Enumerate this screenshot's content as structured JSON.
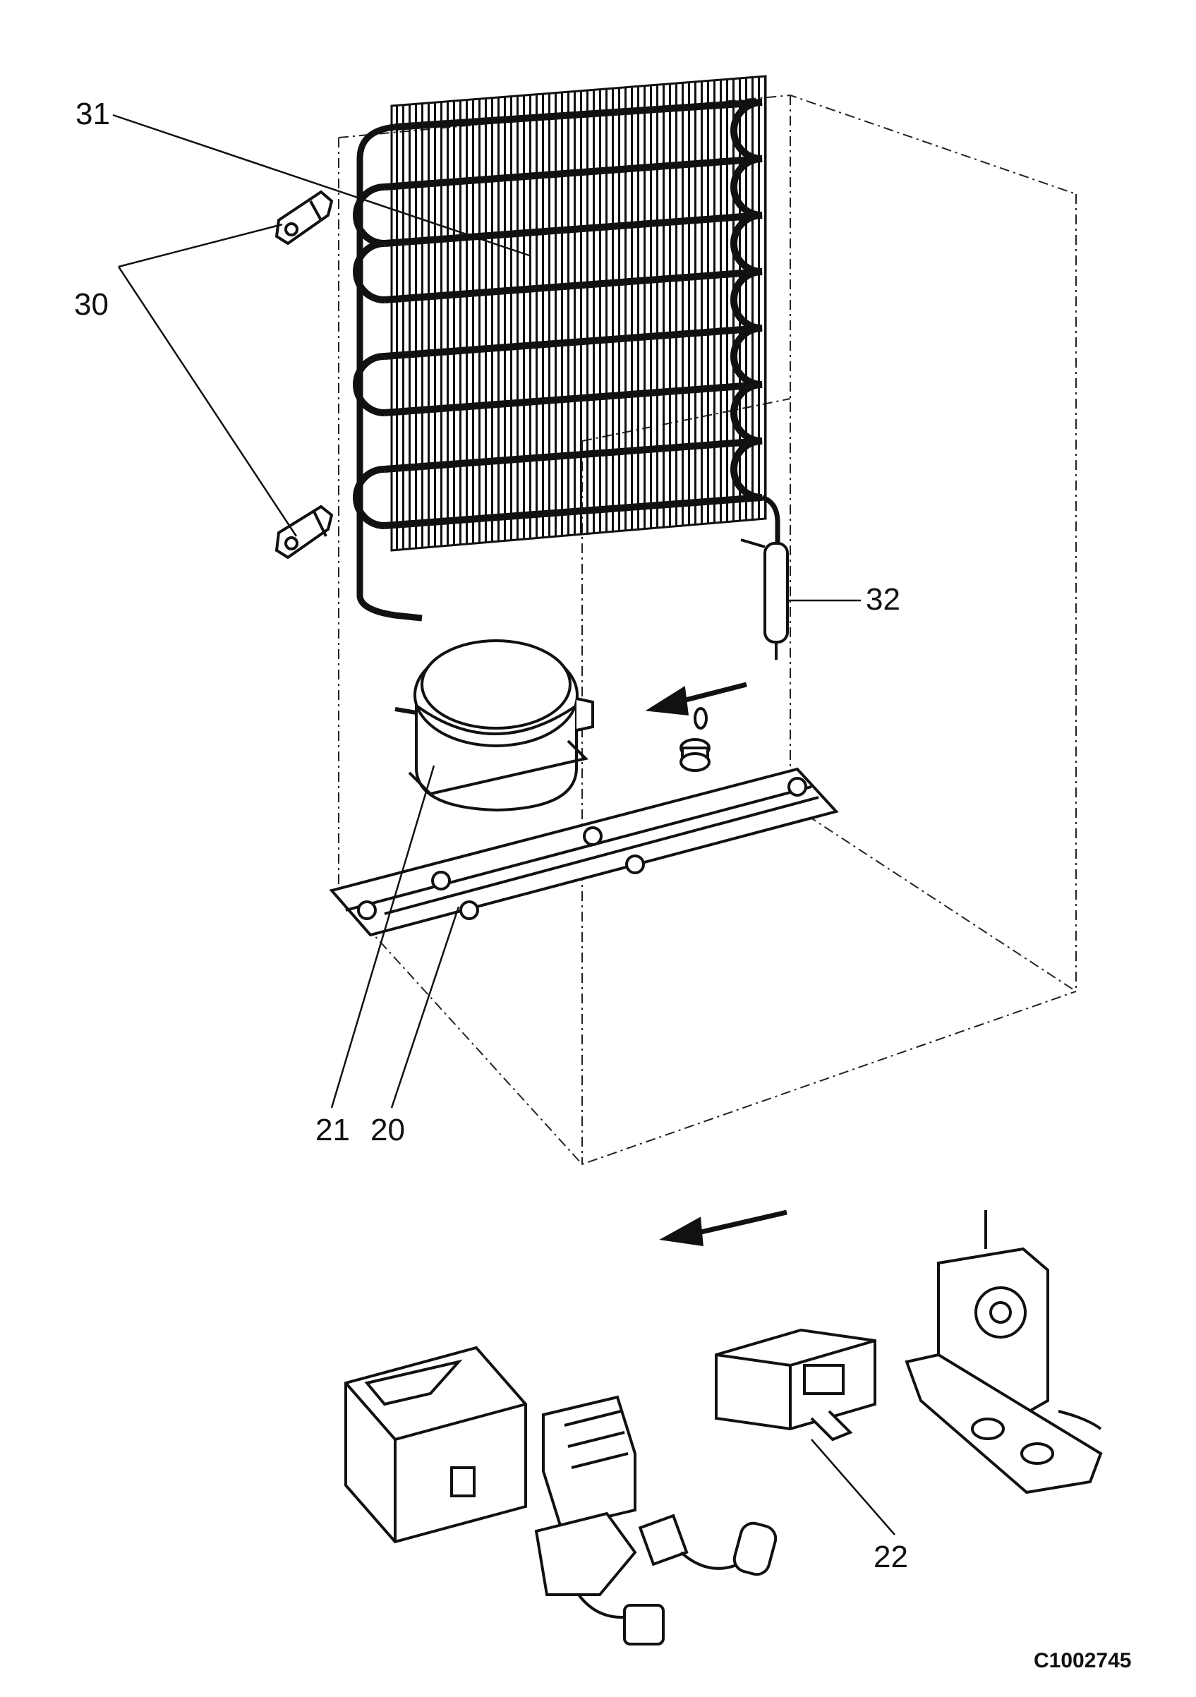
{
  "diagram": {
    "callouts": {
      "c31": "31",
      "c30": "30",
      "c32": "32",
      "c21": "21",
      "c20": "20",
      "c22": "22"
    },
    "figure_code": "C1002745",
    "colors": {
      "ink": "#111111",
      "paper": "#ffffff"
    }
  }
}
